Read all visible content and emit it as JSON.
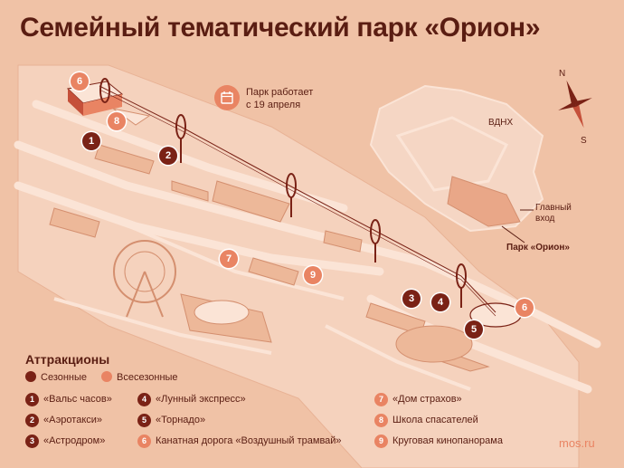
{
  "title": "Семейный тематический парк «Орион»",
  "notice": {
    "line1": "Парк работает",
    "line2": "с 19 апреля",
    "icon": "calendar-icon"
  },
  "compass": {
    "north": "N",
    "south": "S"
  },
  "inset_map": {
    "district": "ВДНХ",
    "entrance_line1": "Главный",
    "entrance_line2": "вход",
    "park": "Парк «Орион»"
  },
  "colors": {
    "background": "#f0c2a6",
    "seasonal": "#7a2216",
    "all_season": "#e98463",
    "text": "#5a1d12"
  },
  "markers": [
    {
      "number": "1",
      "type": "seasonal"
    },
    {
      "number": "2",
      "type": "seasonal"
    },
    {
      "number": "3",
      "type": "seasonal"
    },
    {
      "number": "4",
      "type": "seasonal"
    },
    {
      "number": "5",
      "type": "seasonal"
    },
    {
      "number": "6",
      "type": "all-season"
    },
    {
      "number": "6",
      "type": "all-season"
    },
    {
      "number": "7",
      "type": "all-season"
    },
    {
      "number": "8",
      "type": "all-season"
    },
    {
      "number": "9",
      "type": "all-season"
    }
  ],
  "legend": {
    "title": "Аттракционы",
    "seasonal": "Сезонные",
    "all_season": "Всесезонные",
    "items": [
      {
        "number": "1",
        "label": "«Вальс часов»",
        "type": "seasonal"
      },
      {
        "number": "2",
        "label": "«Аэротакси»",
        "type": "seasonal"
      },
      {
        "number": "3",
        "label": "«Астродром»",
        "type": "seasonal"
      },
      {
        "number": "4",
        "label": "«Лунный экспресс»",
        "type": "seasonal"
      },
      {
        "number": "5",
        "label": "«Торнадо»",
        "type": "seasonal"
      },
      {
        "number": "6",
        "label": "Канатная дорога «Воздушный трамвай»",
        "type": "all-season"
      },
      {
        "number": "7",
        "label": "«Дом страхов»",
        "type": "all-season"
      },
      {
        "number": "8",
        "label": "Школа спасателей",
        "type": "all-season"
      },
      {
        "number": "9",
        "label": "Круговая кинопанорама",
        "type": "all-season"
      }
    ]
  },
  "credit": "mos.ru"
}
